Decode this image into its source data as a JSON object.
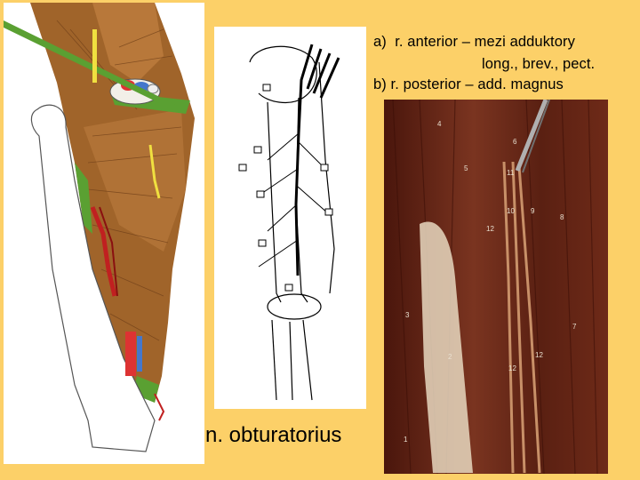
{
  "caption": {
    "a_line1": "a)  r. anterior – mezi adduktory",
    "a_line2": "long., brev., pect.",
    "b_line": "b) r. posterior – add. magnus"
  },
  "title": "n. obturatorius",
  "photo_labels": [
    "4",
    "6",
    "11",
    "5",
    "10",
    "9",
    "8",
    "12",
    "3",
    "2",
    "7",
    "12",
    "12",
    "1"
  ],
  "colors": {
    "background": "#fcd068",
    "muscle": "#a0642a",
    "bone": "#ffffff",
    "fascia_green": "#5aa032",
    "photo_tissue": "#6a2a18"
  }
}
